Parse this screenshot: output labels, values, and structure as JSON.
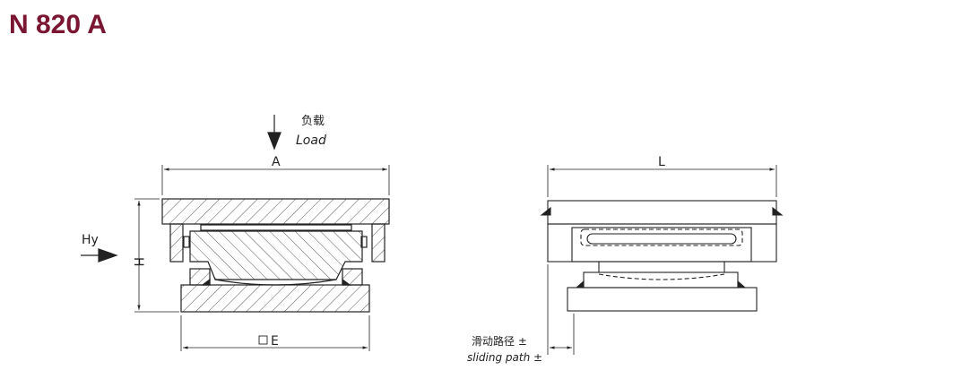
{
  "title": "N 820 A",
  "colors": {
    "title": "#7a1631",
    "line": "#222222"
  },
  "labels": {
    "load_cn": "负载",
    "load_en": "Load",
    "dim_a": "A",
    "dim_l": "L",
    "dim_h": "H",
    "hy": "Hy",
    "dim_e": "E",
    "sliding_cn": "滑动路径 ±",
    "sliding_en": "sliding path ±"
  }
}
